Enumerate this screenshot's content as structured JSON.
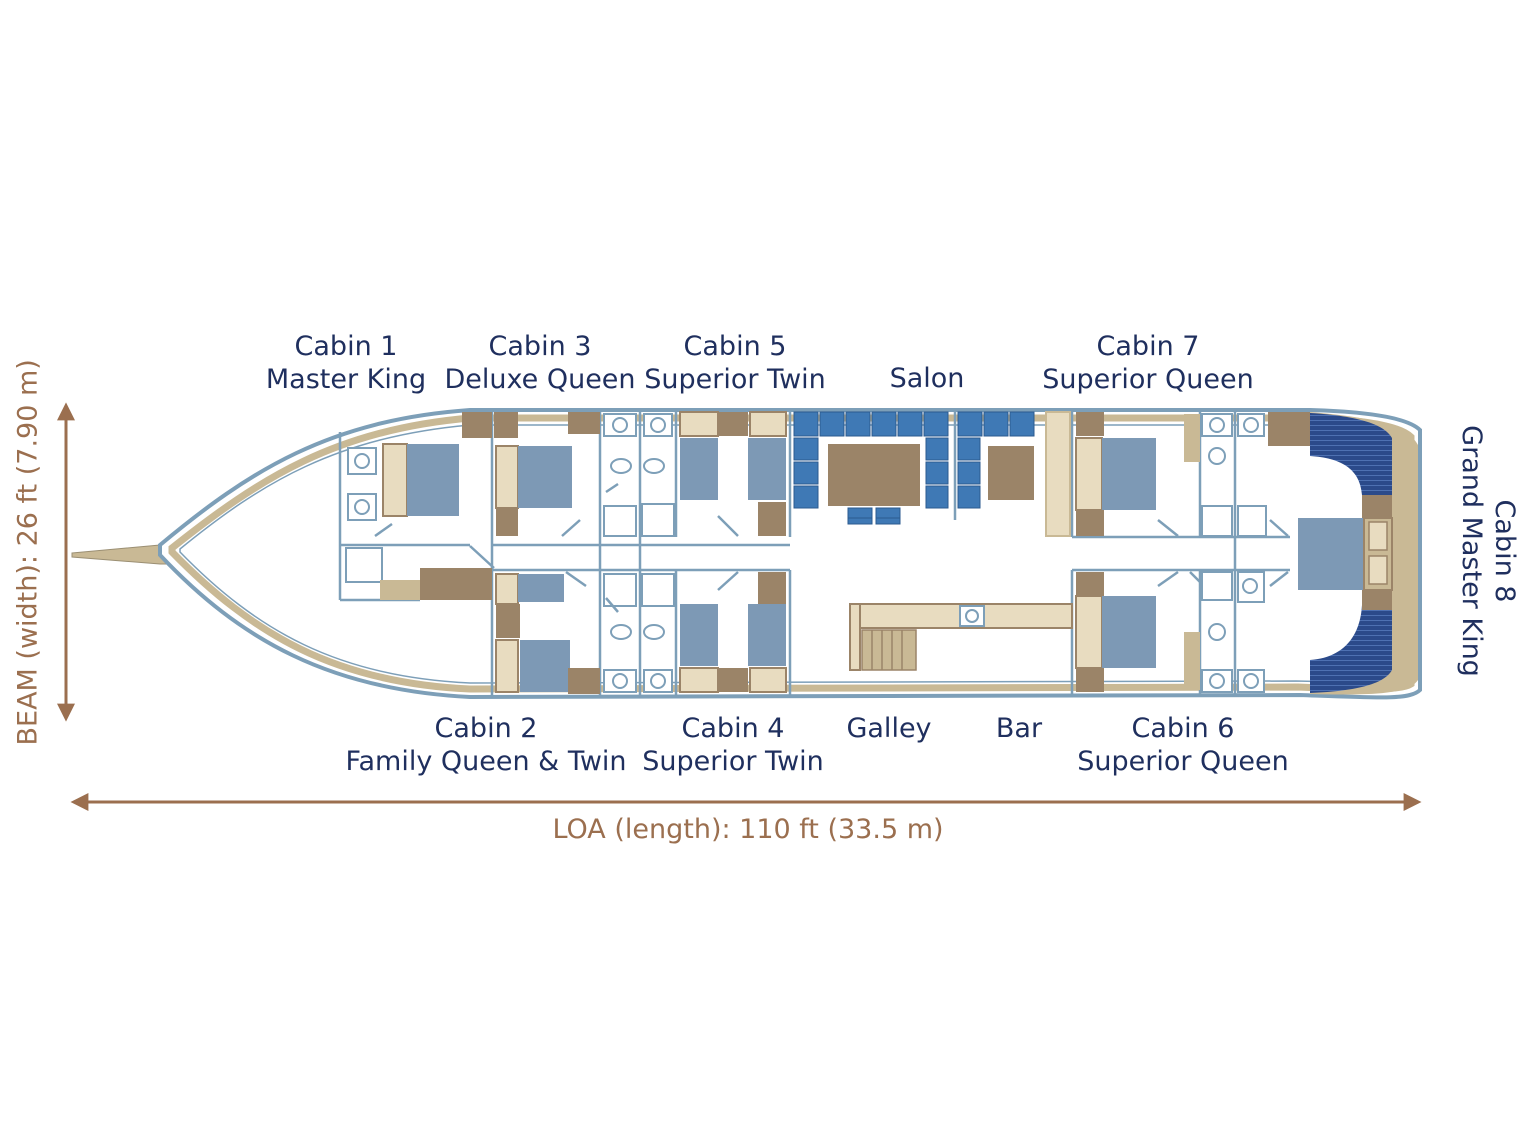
{
  "rooms": {
    "cabin1": {
      "name": "Cabin 1",
      "type": "Master King"
    },
    "cabin3": {
      "name": "Cabin 3",
      "type": "Deluxe Queen"
    },
    "cabin5": {
      "name": "Cabin 5",
      "type": "Superior Twin"
    },
    "salon": {
      "name": "Salon"
    },
    "cabin7": {
      "name": "Cabin 7",
      "type": "Superior Queen"
    },
    "cabin8": {
      "name": "Cabin 8",
      "type": "Grand Master King"
    },
    "cabin2": {
      "name": "Cabin 2",
      "type": "Family Queen & Twin"
    },
    "cabin4": {
      "name": "Cabin 4",
      "type": "Superior Twin"
    },
    "galley": {
      "name": "Galley"
    },
    "bar": {
      "name": "Bar"
    },
    "cabin6": {
      "name": "Cabin 6",
      "type": "Superior Queen"
    }
  },
  "dimensions": {
    "beam": "BEAM (width): 26 ft (7.90 m)",
    "loa": "LOA (length): 110 ft (33.5 m)"
  },
  "colors": {
    "hull_outline": "#7d9fb8",
    "deck_tan": "#c9b995",
    "bed_blue": "#7d99b5",
    "furniture_brown": "#9b8468",
    "seat_blue": "#3f79b5",
    "label_navy": "#1f2f5e",
    "dimension_brown": "#9b6f4f"
  }
}
